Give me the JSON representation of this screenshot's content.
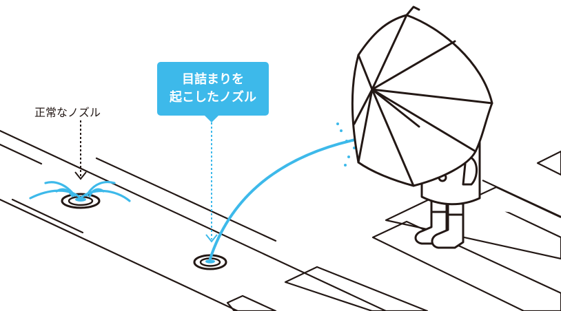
{
  "labels": {
    "normal_nozzle": "正常なノズル",
    "clogged_line1": "目詰まりを",
    "clogged_line2": "起こしたノズル"
  },
  "colors": {
    "water": "#3db9ea",
    "ink": "#231815",
    "background": "#ffffff"
  },
  "icons": [
    "umbrella-icon",
    "person-icon",
    "boot-icon",
    "nozzle-icon",
    "water-spray-icon"
  ]
}
